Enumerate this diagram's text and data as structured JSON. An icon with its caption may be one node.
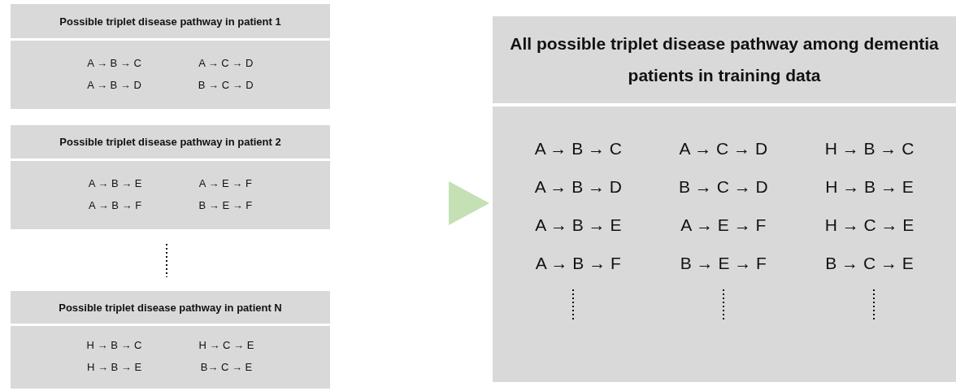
{
  "diagram": {
    "nodes": [
      {
        "text": [
          "Possible triplet disease pathway in patient 1"
        ]
      },
      {
        "text": [
          "A → B → C",
          "A → C → D",
          "A → B → D",
          "B → C → D"
        ]
      },
      {
        "text": [
          "Possible triplet disease pathway in patient 2"
        ]
      },
      {
        "text": [
          "A → B → E",
          "A → E → F",
          "A → B → F",
          "B → E → F"
        ]
      },
      {
        "text": [
          "Possible triplet disease pathway in patient N"
        ]
      },
      {
        "text": [
          "H → B → C",
          "H → C → E",
          "H → B → E",
          "B→ C → E"
        ]
      },
      {
        "text": [
          "All possible triplet disease pathway among dementia patients in training data"
        ]
      },
      {
        "text": [
          "A → B → C",
          "A → C → D",
          "H → B → C",
          "A → B → D",
          "B → C → D",
          "H → B → E",
          "A → B → E",
          "A → E → F",
          "H → C → E",
          "A → B → F",
          "B → E → F",
          "B → C → E"
        ]
      }
    ],
    "edges": [
      {
        "from": null,
        "to": 7,
        "arrow": "to",
        "color": "#c5e0b4"
      }
    ]
  }
}
